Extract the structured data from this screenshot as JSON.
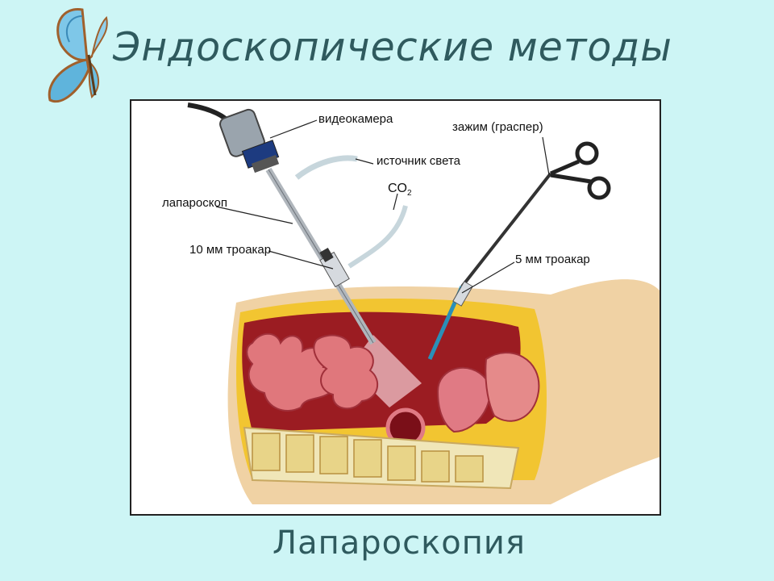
{
  "header": {
    "title": "Эндоскопические методы",
    "decoration_icon": "butterfly-icon"
  },
  "diagram": {
    "labels": {
      "camera": "видеокамера",
      "light_source": "источник света",
      "co2_main": "CO",
      "co2_sub": "2",
      "laparoscope": "лапароскоп",
      "trocar_10": "10 мм троакар",
      "grasper": "зажим (граспер)",
      "trocar_5": "5 мм троакар"
    }
  },
  "caption": {
    "text": "Лапароскопия"
  },
  "colors": {
    "background": "#cdf5f5",
    "title_text": "#2f5a5e",
    "skin": "#f0d2a4",
    "fat": "#f2c531",
    "cavity": "#9b1c22",
    "intestine": "#e0777c",
    "spine": "#f0e6b8"
  }
}
